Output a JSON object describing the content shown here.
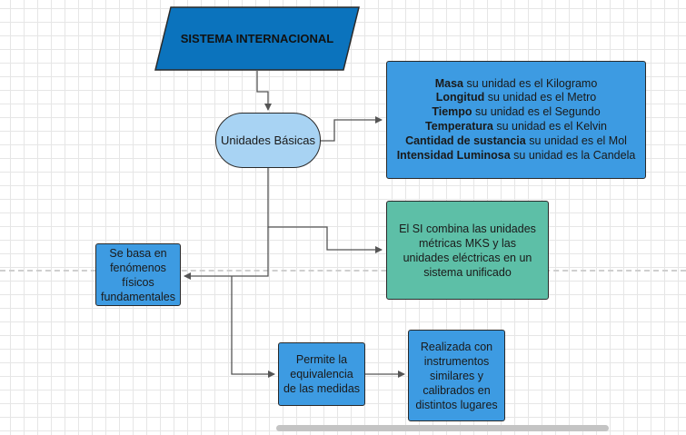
{
  "title": "SISTEMA INTERNACIONAL",
  "hub": "Unidades Básicas",
  "units": [
    {
      "bold": "Masa",
      "rest": " su unidad es el Kilogramo"
    },
    {
      "bold": "Longitud",
      "rest": " su unidad es el Metro"
    },
    {
      "bold": "Tiempo",
      "rest": " su unidad es el Segundo"
    },
    {
      "bold": "Temperatura",
      "rest": " su unidad es el Kelvin"
    },
    {
      "bold": "Cantidad de sustancia",
      "rest": " su unidad es el Mol"
    },
    {
      "bold": "Intensidad Luminosa",
      "rest": " su unidad es la Candela"
    }
  ],
  "si_note": "El SI combina las unidades métricas MKS y las unidades eléctricas en un sistema unificado",
  "fundamentals": "Se basa en fenómenos físicos fundamentales",
  "equivalence": "Permite la equivalencia de las medidas",
  "instruments": "Realizada con instrumentos similares y calibrados en distintos lugares",
  "colors": {
    "title_fill": "#0b73bd",
    "hub_fill": "#a8d3f3",
    "box_fill": "#3d9be2",
    "si_fill": "#5dbfa7",
    "line": "#555555"
  }
}
